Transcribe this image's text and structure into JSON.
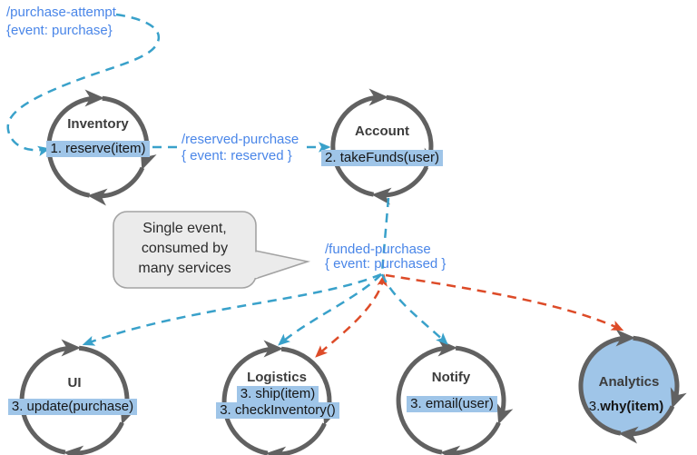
{
  "topics": {
    "purchase_attempt": {
      "path": "/purchase-attempt",
      "event": "{event: purchase}"
    },
    "reserved_purchase": {
      "path": "/reserved-purchase",
      "event": "{ event: reserved }"
    },
    "funded_purchase": {
      "path": "/funded-purchase",
      "event": "{ event: purchased }"
    }
  },
  "callout": {
    "text": "Single event,\nconsumed by\nmany services"
  },
  "services": {
    "inventory": {
      "name": "Inventory",
      "method": "1. reserve(item)"
    },
    "account": {
      "name": "Account",
      "method": "2. takeFunds(user)"
    },
    "ui": {
      "name": "UI",
      "method": "3. update(purchase)"
    },
    "logistics": {
      "name": "Logistics",
      "method1": "3. ship(item)",
      "method2": "3. checkInventory()"
    },
    "notify": {
      "name": "Notify",
      "method": "3. email(user)"
    },
    "analytics": {
      "name": "Analytics",
      "method_prefix": "3. ",
      "method_bold": "why(item)"
    }
  },
  "flows": [
    {
      "channel": "/purchase-attempt",
      "to": "Inventory",
      "style": "event"
    },
    {
      "channel": "/reserved-purchase",
      "from": "Inventory",
      "to": "Account",
      "style": "event"
    },
    {
      "channel": "/funded-purchase",
      "from": "Account",
      "to": "UI",
      "style": "event"
    },
    {
      "channel": "/funded-purchase",
      "from": "Account",
      "to": "Logistics",
      "style": "event"
    },
    {
      "channel": "/funded-purchase",
      "from": "Account",
      "to": "Logistics",
      "style": "alternate"
    },
    {
      "channel": "/funded-purchase",
      "from": "Account",
      "to": "Notify",
      "style": "event"
    },
    {
      "channel": "/funded-purchase",
      "from": "Account",
      "to": "Analytics",
      "style": "alternate"
    }
  ],
  "colors": {
    "event_arrow_teal": "#39a1ca",
    "alternate_arrow_red": "#dd4b28",
    "topic_label_blue": "#4a86e8",
    "method_highlight_blue": "#9fc5e8",
    "analytics_fill_blue": "#9fc5e8",
    "node_stroke_gray": "#616161",
    "callout_fill_gray": "#ebebeb"
  }
}
